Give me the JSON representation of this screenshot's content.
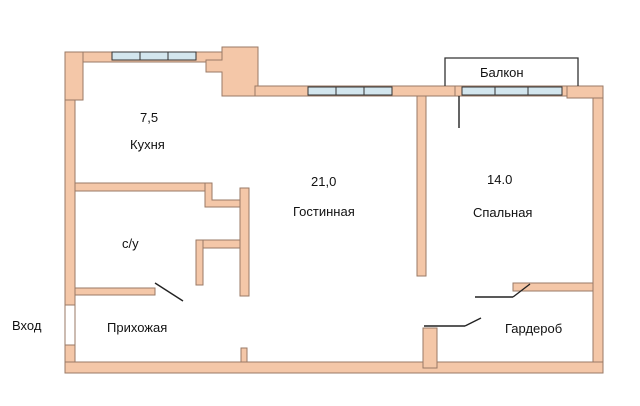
{
  "plan": {
    "colors": {
      "wall": "#f4c7a8",
      "wall_stroke": "#9a7a66",
      "line": "#333333",
      "window": "#d3e6ee"
    },
    "entrance": {
      "label": "Вход"
    },
    "balcony": {
      "label": "Балкон"
    },
    "rooms": [
      {
        "id": "kitchen",
        "name": "Кухня",
        "area": "7,5"
      },
      {
        "id": "living",
        "name": "Гостинная",
        "area": "21,0"
      },
      {
        "id": "bedroom",
        "name": "Спальная",
        "area": "14.0"
      },
      {
        "id": "bathroom",
        "name": "с/у",
        "area": ""
      },
      {
        "id": "hallway",
        "name": "Прихожая",
        "area": ""
      },
      {
        "id": "wardrobe",
        "name": "Гардероб",
        "area": ""
      }
    ]
  }
}
